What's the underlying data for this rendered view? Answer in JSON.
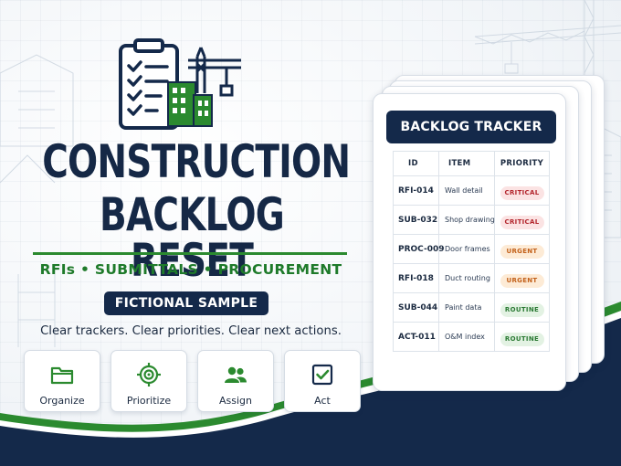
{
  "hero": {
    "title_line1": "CONSTRUCTION",
    "title_line2": "BACKLOG RESET",
    "subtitle": "RFIs • SUBMITTALS • PROCUREMENT",
    "badge": "FICTIONAL SAMPLE",
    "tagline": "Clear trackers. Clear priorities. Clear next actions."
  },
  "features": [
    {
      "label": "Organize",
      "icon": "folder-icon"
    },
    {
      "label": "Prioritize",
      "icon": "target-icon"
    },
    {
      "label": "Assign",
      "icon": "users-icon"
    },
    {
      "label": "Act",
      "icon": "checkbox-icon"
    }
  ],
  "tracker": {
    "title": "BACKLOG TRACKER",
    "columns": [
      "ID",
      "ITEM",
      "PRIORITY"
    ],
    "rows": [
      {
        "id": "RFI-014",
        "item": "Wall detail",
        "priority": "CRITICAL"
      },
      {
        "id": "SUB-032",
        "item": "Shop drawing",
        "priority": "CRITICAL"
      },
      {
        "id": "PROC-009",
        "item": "Door frames",
        "priority": "URGENT"
      },
      {
        "id": "RFI-018",
        "item": "Duct routing",
        "priority": "URGENT"
      },
      {
        "id": "SUB-044",
        "item": "Paint data",
        "priority": "ROUTINE"
      },
      {
        "id": "ACT-011",
        "item": "O&M index",
        "priority": "ROUTINE"
      }
    ]
  },
  "colors": {
    "navy": "#14294a",
    "green": "#2b8a2f",
    "critical": "#b3262d",
    "urgent": "#c3611a",
    "routine": "#2b7a34"
  }
}
